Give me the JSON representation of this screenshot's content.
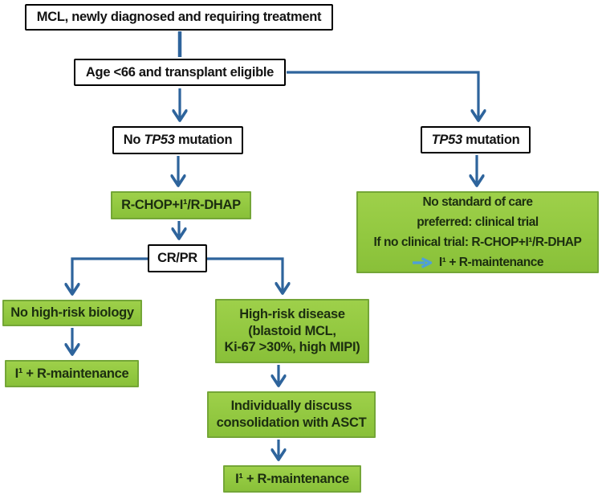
{
  "nodes": {
    "start": {
      "text": "MCL, newly diagnosed and requiring treatment"
    },
    "age": {
      "text": "Age <66 and transplant eligible"
    },
    "no_tp53": {
      "prefix": "No ",
      "gene": "TP53",
      "suffix": " mutation"
    },
    "tp53": {
      "gene": "TP53",
      "suffix": " mutation"
    },
    "rchop": {
      "text": "R-CHOP+I¹/R-DHAP"
    },
    "crpr": {
      "text": "CR/PR"
    },
    "no_high_risk": {
      "text": "No high-risk biology"
    },
    "maintenance_left": {
      "text": "I¹ + R-maintenance"
    },
    "high_risk": {
      "lines": [
        "High-risk disease",
        "(blastoid MCL,",
        "Ki-67 >30%, high MIPI)"
      ]
    },
    "consolidation": {
      "lines": [
        "Individually discuss",
        "consolidation with ASCT"
      ]
    },
    "maintenance_bottom": {
      "text": "I¹ + R-maintenance"
    },
    "no_standard": {
      "lines": [
        "No standard of care",
        "preferred: clinical trial",
        "If no clinical trial: R-CHOP+I¹/R-DHAP"
      ],
      "arrow_line": "I¹ + R-maintenance"
    }
  },
  "colors": {
    "green_fill": "#92c840",
    "green_border": "#74a637",
    "connector_blue": "#2e649c",
    "light_blue_arrow": "#4f9fd8",
    "white_box_border": "#000000"
  }
}
